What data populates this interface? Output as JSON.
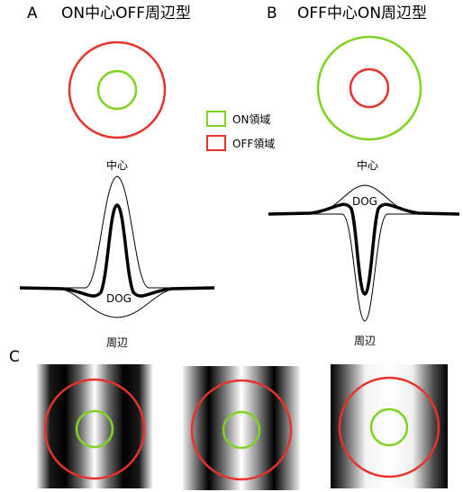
{
  "panels": {
    "a": {
      "letter": "A",
      "title": "ON中心OFF周辺型",
      "center_label": "中心",
      "surround_label": "周辺",
      "dog_label": "DOG"
    },
    "b": {
      "letter": "B",
      "title": "OFF中心ON周辺型",
      "center_label": "中心",
      "surround_label": "周辺",
      "dog_label": "DOG"
    },
    "c": {
      "letter": "C"
    }
  },
  "legend": {
    "on_label": "ON領域",
    "off_label": "OFF領域"
  },
  "colors": {
    "on": "#7ed321",
    "off": "#e8322a",
    "curve": "#000000"
  }
}
